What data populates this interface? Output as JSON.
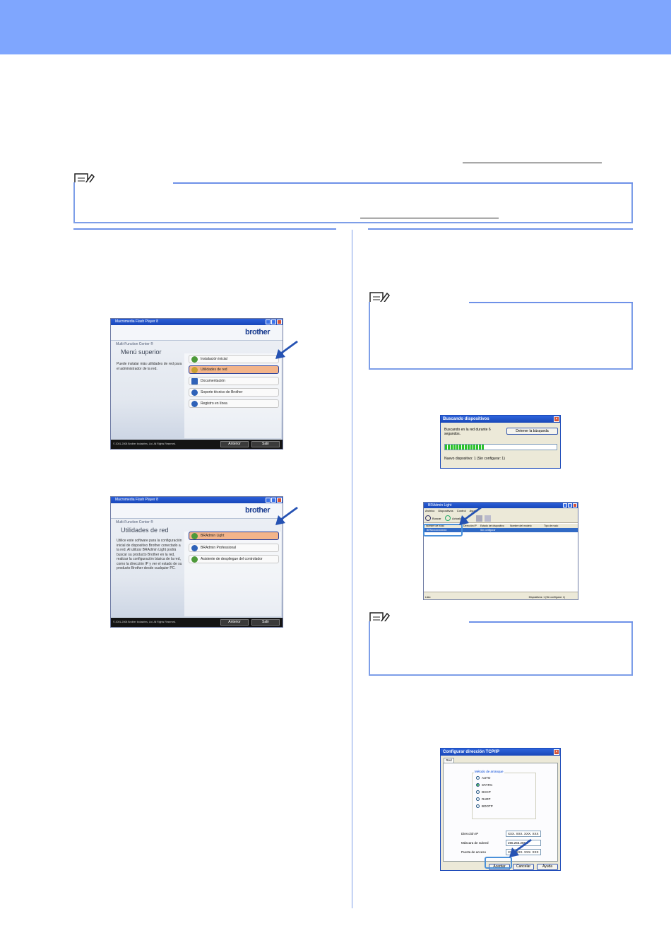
{
  "colors": {
    "header": "#7fa6fe",
    "accent_blue": "#6e91e8",
    "arrow_blue": "#2552b3",
    "highlight_orange": "#f3b48a"
  },
  "icons": [
    "note-icon",
    "arrow-pointer-icon"
  ],
  "screen1": {
    "window_title": "Macromedia Flash Player 8",
    "brand": "brother",
    "subtitle": "Multi-Function Center ®",
    "heading": "Menú superior",
    "description": "Puede instalar más utilidades de red para el administrador de la red.",
    "menu": [
      "Instalación inicial",
      "Utilidades de red",
      "Documentación",
      "Soporte técnico de Brother",
      "Registro en línea"
    ],
    "copyright": "© 2001-2008 Brother Industries, Ltd. All Rights Reserved.",
    "back": "Anterior",
    "exit": "Salir"
  },
  "screen2": {
    "window_title": "Macromedia Flash Player 8",
    "brand": "brother",
    "subtitle": "Multi-Function Center ®",
    "heading": "Utilidades de red",
    "description": "Utilice este software para la configuración inicial de dispositivo Brother conectado a la red. Al utilizar BRAdmin Light podrá buscar su producto Brother en la red, realizar la configuración básica de la red, como la dirección IP y ver el estado de su producto Brother desde cualquier PC.",
    "menu": [
      "BRAdmin Light",
      "BRAdmin Professional",
      "Asistente de despliegue del controlador"
    ],
    "copyright": "© 2001-2008 Brother Industries, Ltd. All Rights Reserved.",
    "back": "Anterior",
    "exit": "Salir"
  },
  "search_dialog": {
    "title": "Buscando dispositivos",
    "message": "Buscando en la red durante 6 segundos.",
    "stop_button": "Detener la búsqueda",
    "progress": 0.35,
    "status": "Nuevo dispositivo: 1 (Sin configurar: 1)"
  },
  "bradmin": {
    "title": "BRAdmin Light",
    "menu": [
      "Archivo",
      "Dispositivos",
      "Control",
      "Ayuda"
    ],
    "toolbar": [
      "Buscar",
      "Actualizar"
    ],
    "columns": [
      "Nombre de nodo",
      "Dirección IP",
      "Estado del dispositivo",
      "Nombre del modelo",
      "Tipo de nodo"
    ],
    "row_node": "BRNxxxxxxxxxxxx",
    "row_status": "Sin configurar",
    "status_left": "Listo",
    "status_right": "Dispositivos: 1  (Sin configurar: 1)"
  },
  "tcpip_dialog": {
    "title": "Configurar dirección TCP/IP",
    "tab": "Red",
    "group_label": "Método de arranque",
    "options": [
      "AUTO",
      "STATIC",
      "DHCP",
      "RARP",
      "BOOTP"
    ],
    "selected_option": "STATIC",
    "fields": [
      {
        "label": "Dirección IP",
        "value": "XXX. XXX. XXX. XXX"
      },
      {
        "label": "Máscara de subred",
        "value": "255.255.255.0"
      },
      {
        "label": "Puerta de acceso",
        "value": "XXX. XXX. XXX. XXX"
      }
    ],
    "buttons": [
      "Aceptar",
      "Cancelar",
      "Ayuda"
    ]
  }
}
